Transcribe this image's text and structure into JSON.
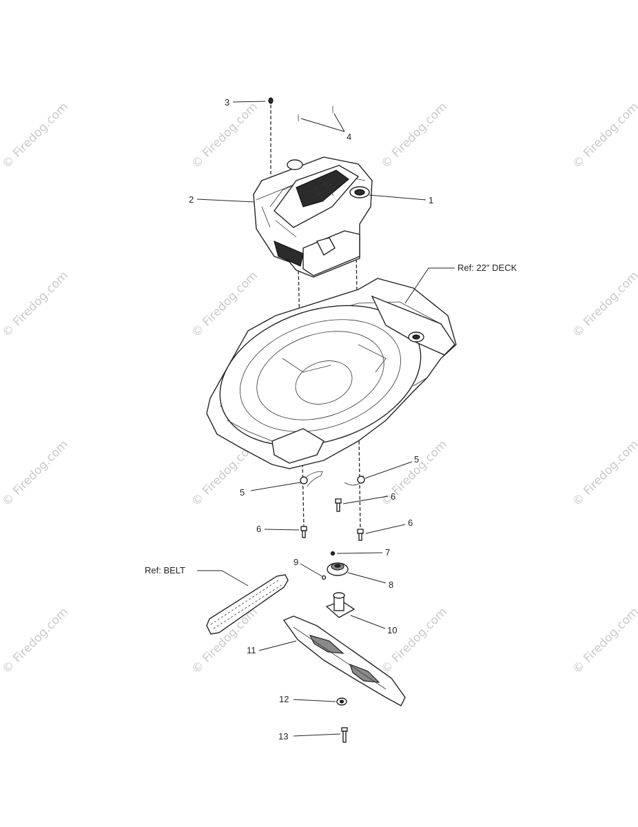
{
  "callouts": [
    {
      "id": "c1",
      "label": "1"
    },
    {
      "id": "c2",
      "label": "2"
    },
    {
      "id": "c3",
      "label": "3"
    },
    {
      "id": "c4",
      "label": "4"
    },
    {
      "id": "c5a",
      "label": "5"
    },
    {
      "id": "c5b",
      "label": "5"
    },
    {
      "id": "c6a",
      "label": "6"
    },
    {
      "id": "c6b",
      "label": "6"
    },
    {
      "id": "c6c",
      "label": "6"
    },
    {
      "id": "c7",
      "label": "7"
    },
    {
      "id": "c8",
      "label": "8"
    },
    {
      "id": "c9",
      "label": "9"
    },
    {
      "id": "c10",
      "label": "10"
    },
    {
      "id": "c11",
      "label": "11"
    },
    {
      "id": "c12",
      "label": "12"
    },
    {
      "id": "c13",
      "label": "13"
    }
  ],
  "references": {
    "deck": "Ref: 22\" DECK",
    "belt": "Ref: BELT"
  },
  "watermark": {
    "text": "© Firedog.com",
    "color": "#c9c9c9"
  }
}
